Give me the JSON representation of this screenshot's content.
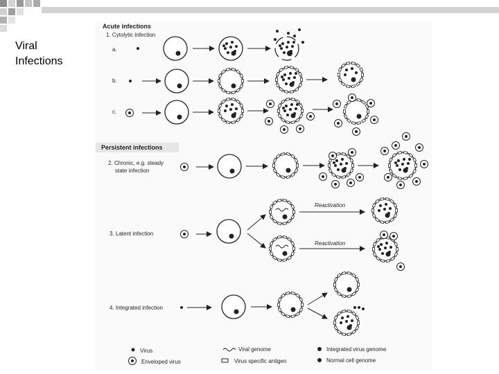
{
  "slide": {
    "title_line1": "Viral",
    "title_line2": "Infections"
  },
  "acute": {
    "heading": "Acute infections",
    "subheading": "1. Cytolytic infection",
    "row_labels": [
      "a.",
      "b.",
      "c."
    ]
  },
  "persistent": {
    "heading": "Persistent infections",
    "chronic_line1": "2. Chronic, e.g. steady",
    "chronic_line2": "state infection",
    "latent": "3. Latent infection",
    "reactivation_top": "Reactivation",
    "reactivation_bottom": "Reactivation",
    "integrated": "4. Integrated infection"
  },
  "legend": {
    "virus": "Virus",
    "enveloped_virus": "Enveloped virus",
    "viral_genome": "Viral genome",
    "virus_specific_antigen": "Virus specific antigen",
    "integrated_virus_genome": "Integrated virus genome",
    "normal_cell_genome": "Normal cell genome"
  },
  "colors": {
    "ink": "#222222",
    "corner_light": "#c8c8c8",
    "corner_dark": "#8c8c8c"
  }
}
